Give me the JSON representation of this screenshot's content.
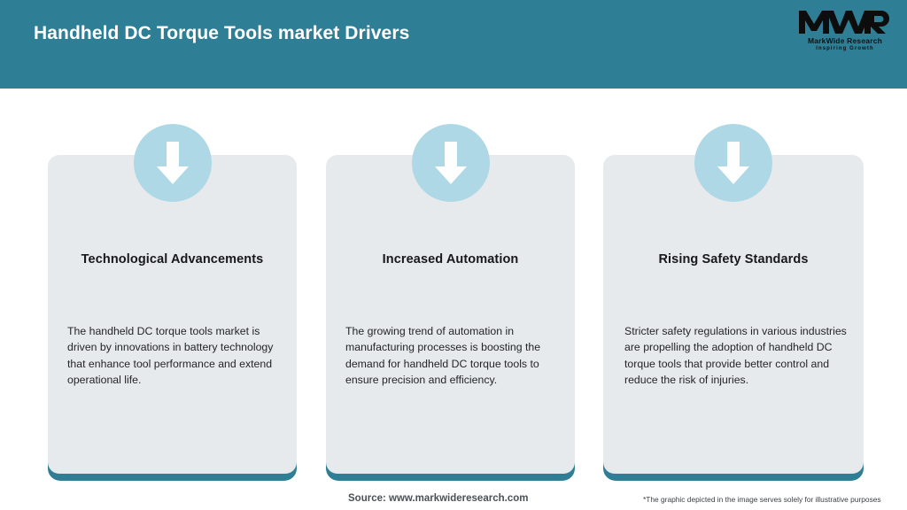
{
  "header": {
    "title": "Handheld DC Torque Tools market Drivers",
    "bg_color": "#2e7f96",
    "title_color": "#ffffff"
  },
  "logo": {
    "mark_text": "MWR",
    "name": "MarkWide Research",
    "tagline": "Inspiring Growth",
    "icon": "mwr-logo-icon"
  },
  "cards": [
    {
      "icon": "down-arrow-icon",
      "title": "Technological Advancements",
      "body": "The handheld DC torque tools market is driven by innovations in battery technology that enhance tool performance and extend operational life."
    },
    {
      "icon": "down-arrow-icon",
      "title": "Increased Automation",
      "body": "The growing trend of automation in manufacturing processes is boosting the demand for handheld DC torque tools to ensure precision and efficiency."
    },
    {
      "icon": "down-arrow-icon",
      "title": "Rising Safety Standards",
      "body": "Stricter safety regulations in various industries are propelling the adoption of handheld DC torque tools that provide better control and reduce the risk of injuries."
    }
  ],
  "footer": {
    "source": "Source: www.markwideresearch.com",
    "disclaimer": "*The graphic depicted in the image serves solely for illustrative purposes"
  },
  "colors": {
    "teal": "#2e7f96",
    "card_gray": "#e7eaec",
    "circle_blue": "#aed8e6",
    "arrow_white": "#ffffff"
  }
}
